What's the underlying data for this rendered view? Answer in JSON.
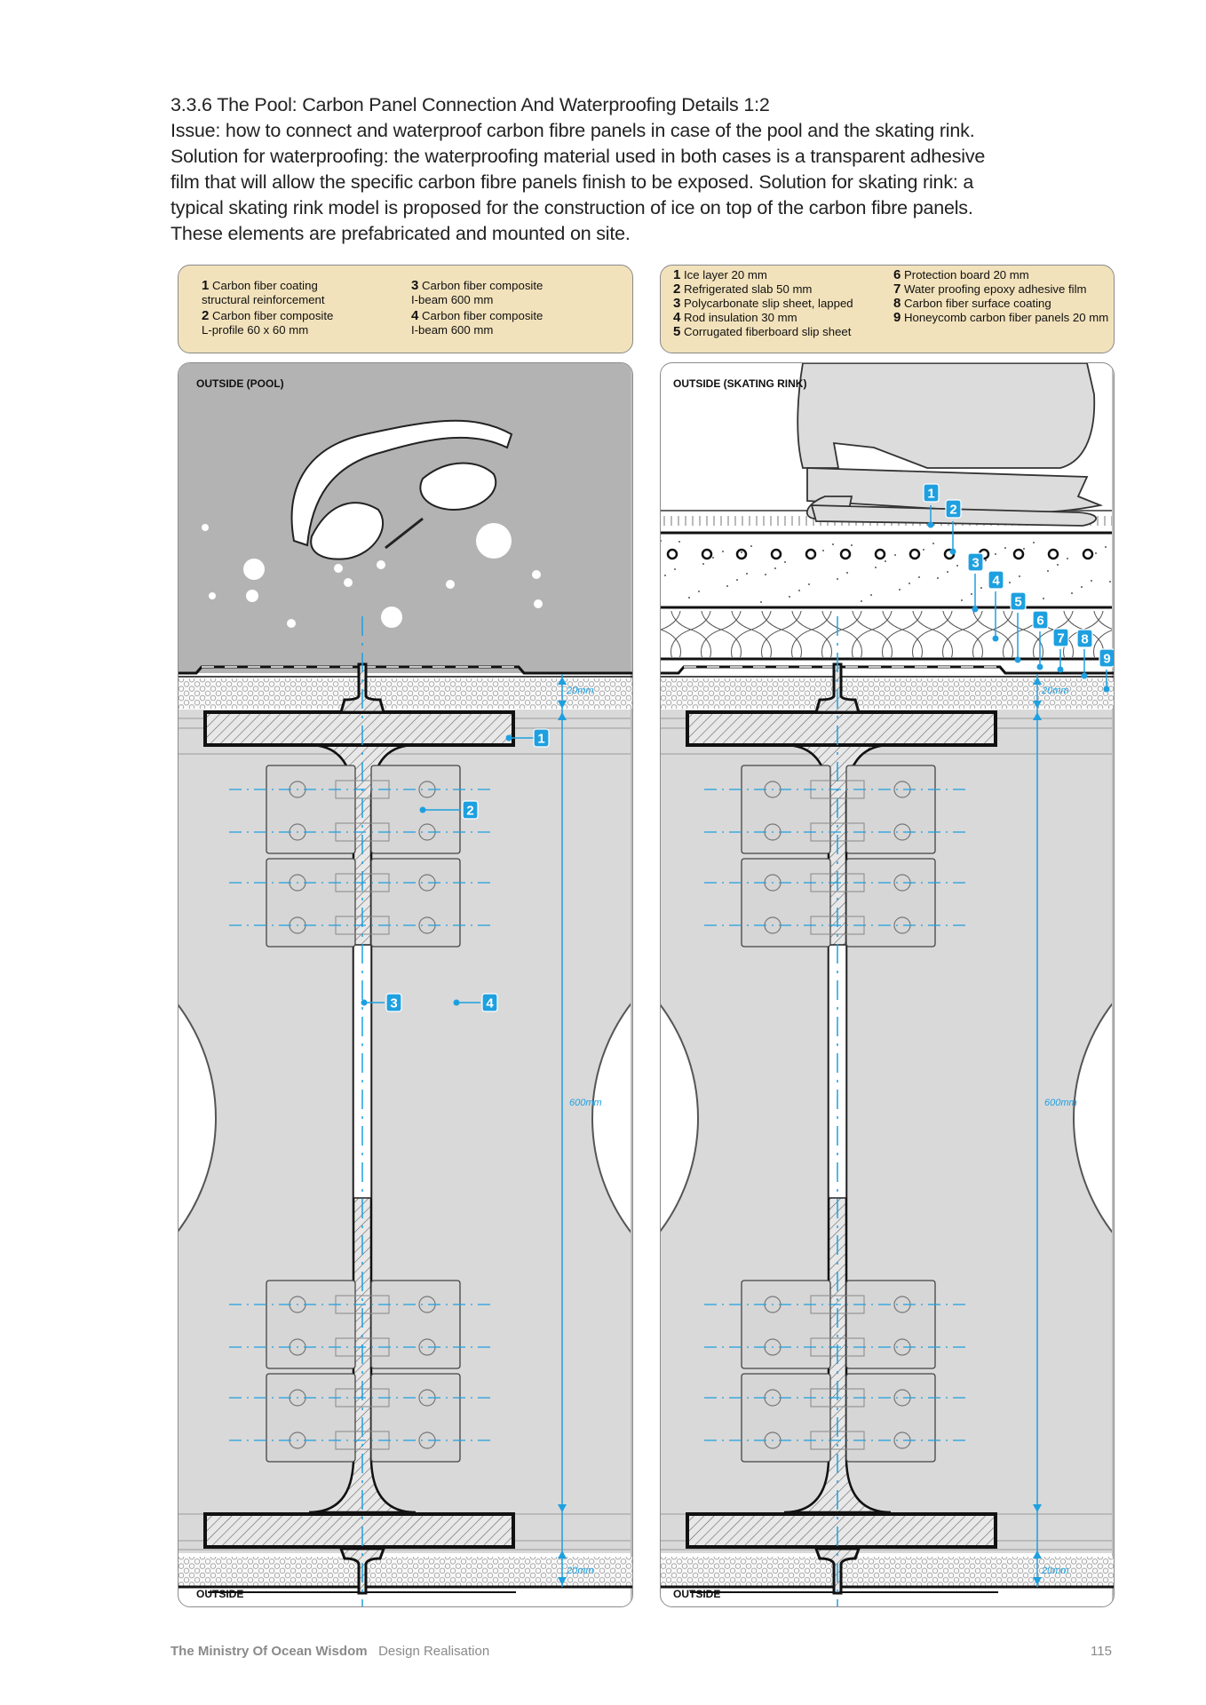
{
  "intro": {
    "heading": "3.3.6 The Pool: Carbon Panel Connection And Waterproofing Details 1:2",
    "lines": [
      "Issue: how to connect and waterproof carbon fibre panels in case of the pool and the skating rink.",
      "Solution for waterproofing: the waterproofing material used in both cases is a transparent adhesive",
      "film that will allow the specific carbon fibre panels finish to be exposed. Solution for skating rink: a",
      "typical skating rink model is proposed for the construction of ice on top of the carbon fibre panels.",
      "These elements are prefabricated and mounted on site."
    ]
  },
  "pool_legend": {
    "items": [
      {
        "num": "1",
        "line1": "Carbon fiber coating",
        "line2": "structural reinforcement"
      },
      {
        "num": "2",
        "line1": "Carbon fiber composite",
        "line2": "L-profile 60 x 60 mm"
      },
      {
        "num": "3",
        "line1": "Carbon fiber composite",
        "line2": "I-beam 600 mm"
      },
      {
        "num": "4",
        "line1": "Carbon fiber composite",
        "line2": "I-beam 600 mm"
      }
    ]
  },
  "rink_legend": {
    "items": [
      {
        "num": "1",
        "text": "Ice layer 20 mm"
      },
      {
        "num": "2",
        "text": "Refrigerated slab 50 mm"
      },
      {
        "num": "3",
        "text": "Polycarbonate slip sheet, lapped"
      },
      {
        "num": "4",
        "text": "Rod insulation 30 mm"
      },
      {
        "num": "5",
        "text": "Corrugated fiberboard slip sheet"
      },
      {
        "num": "6",
        "text": "Protection board 20 mm"
      },
      {
        "num": "7",
        "text": "Water proofing epoxy adhesive film"
      },
      {
        "num": "8",
        "text": "Carbon fiber surface coating"
      },
      {
        "num": "9",
        "text": "Honeycomb carbon fiber panels 20 mm"
      }
    ]
  },
  "pool_panel": {
    "top_label": "OUTSIDE (POOL)",
    "bottom_label": "OUTSIDE",
    "callouts": [
      "1",
      "2",
      "3",
      "4"
    ],
    "dims": {
      "top": "20mm",
      "middle": "600mm",
      "bottom": "20mm"
    },
    "illustration": "swimming-goggles"
  },
  "rink_panel": {
    "top_label": "OUTSIDE (SKATING RINK)",
    "bottom_label": "OUTSIDE",
    "callouts": [
      "1",
      "2",
      "3",
      "4",
      "5",
      "6",
      "7",
      "8",
      "9"
    ],
    "dims": {
      "top": "20mm",
      "middle": "600mm",
      "bottom": "20mm"
    },
    "illustration": "ice-skate"
  },
  "colors": {
    "accent_blue": "#1ea0e0",
    "legend_bg": "#f2e2bb",
    "pool_water": "#b3b3b3",
    "panel_fill": "#d9d9d9"
  },
  "footer": {
    "publication": "The Ministry Of Ocean Wisdom",
    "section": "Design Realisation",
    "page_number": "115"
  }
}
